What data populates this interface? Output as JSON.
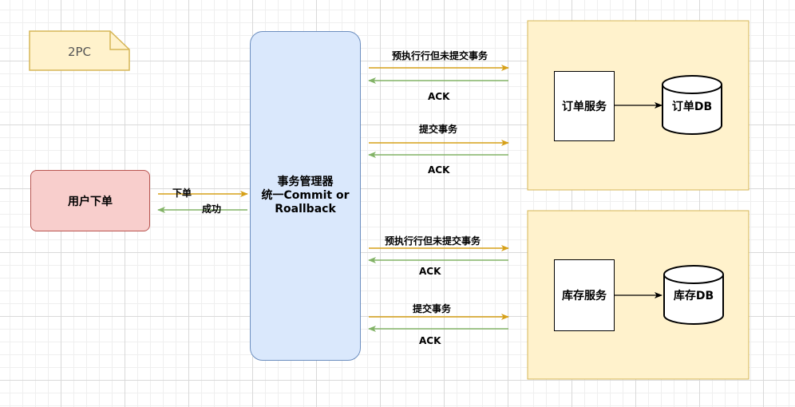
{
  "note": {
    "label": "2PC"
  },
  "user_box": {
    "label": "用户下单"
  },
  "tm_box": {
    "line1": "事务管理器",
    "line2": "统一Commit or",
    "line3": "Roallback"
  },
  "order_service": {
    "label": "订单服务"
  },
  "order_db": {
    "label": "订单DB"
  },
  "inventory_service": {
    "label": "库存服务"
  },
  "inventory_db": {
    "label": "库存DB"
  },
  "edges": {
    "place_order": "下单",
    "success": "成功",
    "order_prepare": "预执行行但未提交事务",
    "order_ack1": "ACK",
    "order_commit": "提交事务",
    "order_ack2": "ACK",
    "inv_prepare": "预执行行但未提交事务",
    "inv_ack1": "ACK",
    "inv_commit": "提交事务",
    "inv_ack2": "ACK"
  },
  "colors": {
    "request_arrow": "#d6a019",
    "ack_arrow": "#82b366",
    "yellow_fill": "#fff2cc",
    "yellow_stroke": "#d6b656",
    "blue_fill": "#dae8fc",
    "blue_stroke": "#6c8ebf",
    "red_fill": "#f8cecc",
    "red_stroke": "#b85450"
  }
}
